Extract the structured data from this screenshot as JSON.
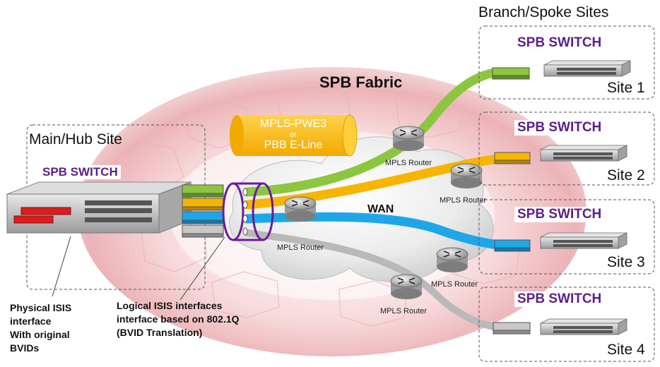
{
  "title_branch": "Branch/Spoke Sites",
  "title_main": "Main/Hub Site",
  "fabric_label": "SPB Fabric",
  "wan_label": "WAN",
  "switch_label": "SPB SWITCH",
  "tunnel": {
    "line1": "MPLS-PWE3",
    "line2": "or",
    "line3": "PBB E-Line"
  },
  "router_label": "MPLS Router",
  "sites": [
    "Site 1",
    "Site 2",
    "Site 3",
    "Site 4"
  ],
  "note_physical": [
    "Physical ISIS",
    "interface",
    "With original",
    "BVIDs"
  ],
  "note_logical": [
    "Logical ISIS interfaces",
    "interface  based on 802.1Q",
    "(BVID Translation)"
  ],
  "colors": {
    "green": "#8cc63f",
    "orange": "#f7b500",
    "blue": "#1ea7e8",
    "gray": "#b9b9b9",
    "purple": "#6a1b9a",
    "red": "#d81e1e",
    "tunnel": "#f9b800"
  },
  "icons": [
    "router-icon",
    "switch-icon",
    "port-module-icon"
  ]
}
